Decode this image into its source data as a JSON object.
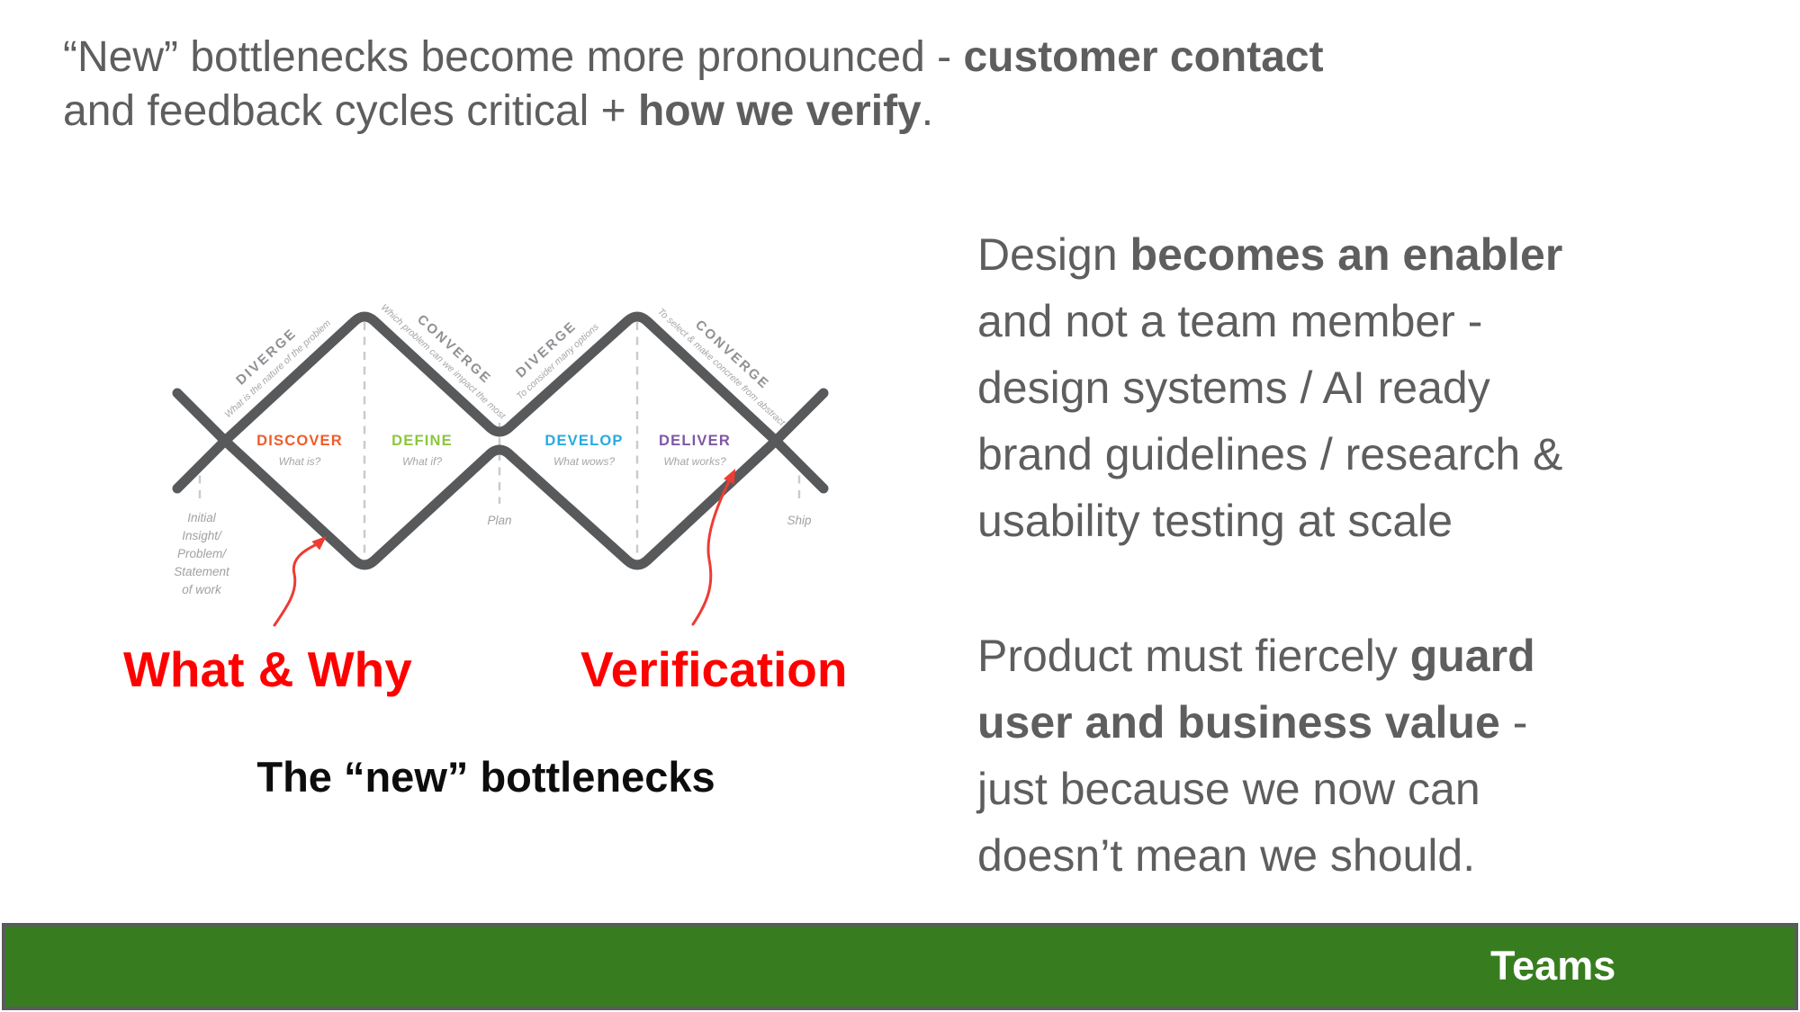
{
  "slide": {
    "title": {
      "l1a": "“New” bottlenecks become more pronounced - ",
      "l1b": "customer contact",
      "l2a": "and feedback cycles critical + ",
      "l2b": "how we verify",
      "l2c": "."
    },
    "diagram": {
      "stroke_color": "#58595b",
      "guide_color": "#c9cacb",
      "arrow_color": "#ee3b33",
      "annotation_color": "#ff0000",
      "edge_labels": [
        {
          "word": "DIVERGE",
          "desc": "What is the nature of the problem"
        },
        {
          "word": "CONVERGE",
          "desc": "Which problem can we impact the most"
        },
        {
          "word": "DIVERGE",
          "desc": "To consider many options"
        },
        {
          "word": "CONVERGE",
          "desc": "To select & make concrete from abstract"
        }
      ],
      "phases": [
        {
          "name": "DISCOVER",
          "question": "What is?",
          "color": "#f15b2a"
        },
        {
          "name": "DEFINE",
          "question": "What if?",
          "color": "#8dc63f"
        },
        {
          "name": "DEVELOP",
          "question": "What wows?",
          "color": "#27aae1"
        },
        {
          "name": "DELIVER",
          "question": "What works?",
          "color": "#7e57a4"
        }
      ],
      "milestone_start": [
        "Initial",
        "Insight/",
        "Problem/",
        "Statement",
        "of work"
      ],
      "milestone_mid": "Plan",
      "milestone_end": "Ship",
      "annotations": {
        "left": "What & Why",
        "right": "Verification"
      },
      "caption": "The “new” bottlenecks"
    },
    "right_column": {
      "para1": {
        "l1a": "Design ",
        "l1b": "becomes an enabler",
        "l2": "and not a team member -",
        "l3": "design systems / AI ready",
        "l4": "brand guidelines / research &",
        "l5": "usability testing at scale"
      },
      "para2": {
        "l1a": "Product must fiercely ",
        "l1b": "guard",
        "l2a": "user and business value",
        "l2b": " -",
        "l3": "just because we now can",
        "l4": "doesn’t mean we should."
      }
    },
    "footer": {
      "label": "Teams",
      "color": "#377d1f"
    }
  }
}
